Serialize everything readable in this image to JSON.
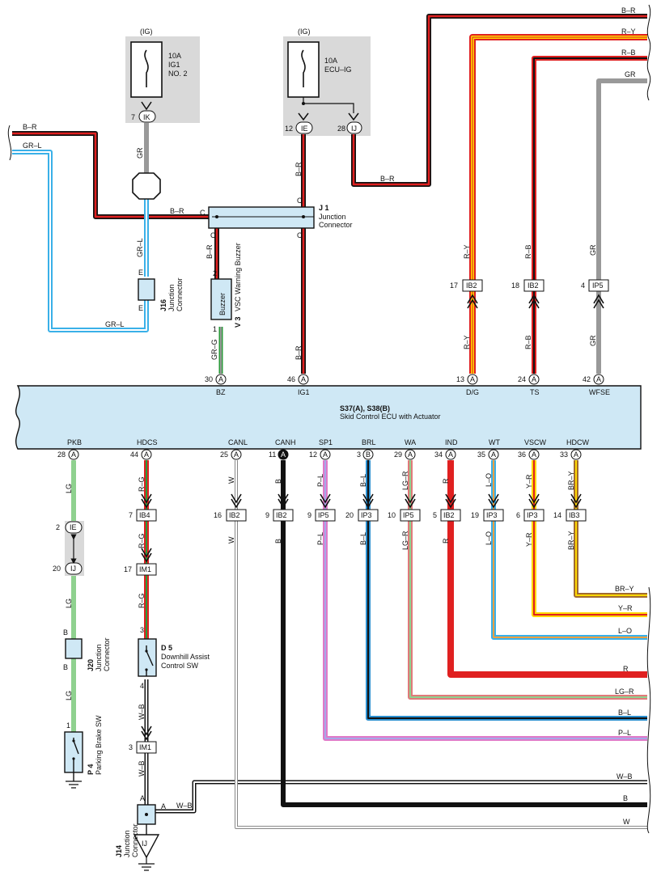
{
  "fuses": {
    "left": {
      "header": "(IG)",
      "amp": "10A",
      "name": "IG1",
      "name2": "NO. 2",
      "pin": "7",
      "conn": "IK"
    },
    "right": {
      "header": "(IG)",
      "amp": "10A",
      "name": "ECU–IG",
      "pin1": "12",
      "conn1": "IE",
      "pin2": "28",
      "conn2": "IJ"
    }
  },
  "ecu": {
    "name": "S37(A), S38(B)",
    "desc": "Skid Control ECU with Actuator",
    "top_pins": [
      {
        "num": "30",
        "conn": "A",
        "label": "BZ"
      },
      {
        "num": "46",
        "conn": "A",
        "label": "IG1"
      },
      {
        "num": "13",
        "conn": "A",
        "label": "D/G"
      },
      {
        "num": "24",
        "conn": "A",
        "label": "TS"
      },
      {
        "num": "42",
        "conn": "A",
        "label": "WFSE"
      }
    ],
    "bottom_pins": [
      {
        "num": "28",
        "conn": "A",
        "label": "PKB"
      },
      {
        "num": "44",
        "conn": "A",
        "label": "HDCS"
      },
      {
        "num": "25",
        "conn": "A",
        "label": "CANL"
      },
      {
        "num": "11",
        "conn": "A",
        "label": "CANH"
      },
      {
        "num": "12",
        "conn": "A",
        "label": "SP1"
      },
      {
        "num": "3",
        "conn": "B",
        "label": "BRL"
      },
      {
        "num": "29",
        "conn": "A",
        "label": "WA"
      },
      {
        "num": "34",
        "conn": "A",
        "label": "IND"
      },
      {
        "num": "35",
        "conn": "A",
        "label": "WT"
      },
      {
        "num": "36",
        "conn": "A",
        "label": "VSCW"
      },
      {
        "num": "33",
        "conn": "A",
        "label": "HDCW"
      }
    ]
  },
  "j1": {
    "code": "J 1",
    "name": "Junction",
    "name2": "Connector",
    "pins": [
      "C",
      "C",
      "C",
      "C"
    ]
  },
  "j16": {
    "code": "J16",
    "name": "Junction",
    "name2": "Connector",
    "pins": [
      "E",
      "E"
    ]
  },
  "j20": {
    "code": "J20",
    "name": "Junction",
    "name2": "Connector",
    "pins": [
      "B",
      "B"
    ]
  },
  "j14": {
    "code": "J14",
    "name": "Junction",
    "name2": "Connector",
    "pins": [
      "A",
      "A"
    ],
    "ground_conn": "IJ"
  },
  "buzzer": {
    "label": "Buzzer",
    "code": "V 3",
    "name": "VSC Warning Buzzer",
    "pin_top": "2",
    "pin_bottom": "1"
  },
  "d5": {
    "code": "D 5",
    "name": "Downhill Assist",
    "name2": "Control SW",
    "pin_top": "3",
    "pin_bottom": "4"
  },
  "p4": {
    "code": "P 4",
    "name": "Parking Brake SW",
    "pin": "1"
  },
  "connectors_top": [
    {
      "num": "17",
      "conn": "IB2"
    },
    {
      "num": "18",
      "conn": "IB2"
    },
    {
      "num": "4",
      "conn": "IP5"
    }
  ],
  "connectors_mid": [
    {
      "num": "7",
      "conn": "IB4"
    },
    {
      "num": "16",
      "conn": "IB2"
    },
    {
      "num": "9",
      "conn": "IB2"
    },
    {
      "num": "9",
      "conn": "IP5"
    },
    {
      "num": "20",
      "conn": "IP3"
    },
    {
      "num": "10",
      "conn": "IP5"
    },
    {
      "num": "5",
      "conn": "IB2"
    },
    {
      "num": "19",
      "conn": "IP3"
    },
    {
      "num": "6",
      "conn": "IP3"
    },
    {
      "num": "14",
      "conn": "IB3"
    }
  ],
  "connectors_left": [
    {
      "num": "2",
      "conn": "IE"
    },
    {
      "num": "20",
      "conn": "IJ"
    },
    {
      "num": "17",
      "conn": "IM1"
    },
    {
      "num": "3",
      "conn": "IM1"
    }
  ],
  "wires_right_top": [
    "B–R",
    "R–Y",
    "R–B",
    "GR"
  ],
  "wires_right_bottom": [
    "BR–Y",
    "Y–R",
    "L–O",
    "R",
    "LG–R",
    "B–L",
    "P–L",
    "W–B",
    "B",
    "W"
  ],
  "wire_labels": {
    "left_br": "B–R",
    "left_grl": "GR–L",
    "gr": "GR",
    "grl": "GR–L",
    "grl2": "GR–L",
    "br_a": "B–R",
    "br_b": "B–R",
    "br_c": "B–R",
    "br_d": "B–R",
    "br_e": "B–R",
    "ry1": "R–Y",
    "ry2": "R–Y",
    "rb1": "R–B",
    "rb2": "R–B",
    "gr1": "GR",
    "gr2": "GR",
    "grg": "GR–G",
    "lg1": "LG",
    "lg2": "LG",
    "lg3": "LG",
    "rg1": "R–G",
    "rg2": "R–G",
    "rg3": "R–G",
    "wb1": "W–B",
    "wb2": "W–B",
    "wb3": "W–B",
    "w1": "W",
    "w2": "W",
    "b1": "B",
    "b2": "B",
    "pl1": "P–L",
    "pl2": "P–L",
    "bl1": "B–L",
    "bl2": "B–L",
    "lgr1": "LG–R",
    "lgr2": "LG–R",
    "r1": "R",
    "r2": "R",
    "lo1": "L–O",
    "lo2": "L–O",
    "yr1": "Y–R",
    "yr2": "Y–R",
    "bry1": "BR–Y",
    "bry2": "BR–Y"
  },
  "colors": {
    "ecu": "#cfe8f5",
    "grey_zone": "#d9d9d9"
  }
}
